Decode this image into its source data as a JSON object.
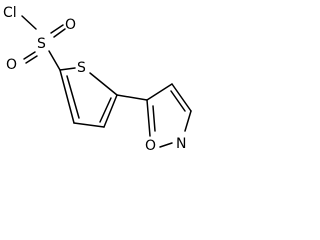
{
  "molecule": {
    "atoms": {
      "chlorine": "Cl",
      "sulfonyl_sulfur": "S",
      "sulfonyl_oxygen_top": "O",
      "sulfonyl_oxygen_bottom": "O",
      "thiophene_sulfur": "S",
      "isoxazole_oxygen": "O",
      "isoxazole_nitrogen": "N"
    }
  },
  "colors": {
    "ink": "#000000",
    "background": "#ffffff"
  }
}
